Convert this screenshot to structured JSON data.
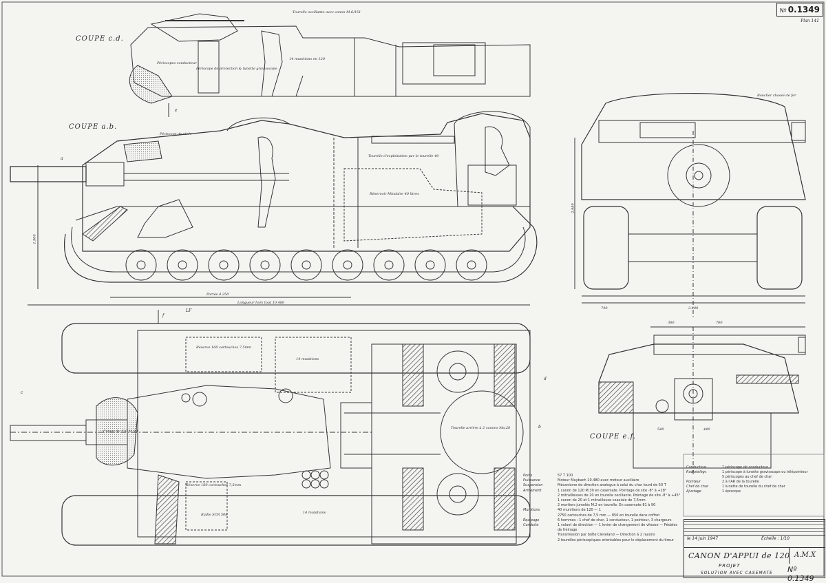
{
  "drawing": {
    "number_prefix": "Nº",
    "number": "0.1349",
    "sheet_note": "Plan 141"
  },
  "sections": {
    "coupe_cd": "COUPE c.d.",
    "coupe_ab": "COUPE a.b.",
    "coupe_ef": "COUPE e.f."
  },
  "annotations": {
    "tourelle_auto": "Tourelle oscillante avec canon M.6/151",
    "tete_conducteur": "Périscopes conducteur",
    "periscope_pointage": "Périscope de protection & lunette gravisscope",
    "munitions_top": "14 munitions en 120",
    "periscope_viseur": "Périscope de visée",
    "tourelle_auxiliaire": "Tourelle d'exploitation par le tourelle 40",
    "reservoir": "Réservoir Mindaire 40 litres",
    "bouclier": "Bouclier chassé de fer",
    "portee": "Portée 4.250",
    "longueur": "Longueur hors tout 10.480",
    "hauteur": "1.900",
    "largeur_h": "2.980",
    "dim_740": "740",
    "dim_3400": "3.400",
    "dim_360": "360",
    "dim_760": "760",
    "dim_540": "540",
    "dim_440": "440",
    "munitions_plan": "14 munitions",
    "canon_plan": "Canon de 120 M.30",
    "reservoir_plan": "Réserve 160 cartouches 7,5mm",
    "reservoir_plan2": "Réserve 160 cartouches 7,5mm",
    "munitions_plan2": "14 munitions",
    "radio": "Radio SCR 508",
    "tourelle_plan": "Tourelle arrière à 2 canons Ma.20",
    "marker_a": "a",
    "marker_b": "b",
    "marker_c": "c",
    "marker_d": "d",
    "marker_e": "e",
    "marker_f": "f",
    "marker_lf": "LF"
  },
  "specs": [
    {
      "k": "Poids",
      "v": "57 T 100"
    },
    {
      "k": "Puissance",
      "v": "Moteur Maybach 10.480 avec moteur auxiliaire"
    },
    {
      "k": "Suspension",
      "v": "Mécanisme de direction analogue à celui du char lourd de 50 T"
    },
    {
      "k": "Armement",
      "v": "1 canon de 120 M.30 en casemate. Pointage de site -8° à +18°"
    },
    {
      "k": "",
      "v": "2 mitrailleuses de 20 en tourelle oscillante. Pointage de site -8° à +45°"
    },
    {
      "k": "",
      "v": "1 canon de 20 et 1 mitrailleuse coaxiale de 7,5mm"
    },
    {
      "k": "",
      "v": "2 mortiers jumelés M.2 en tourelle. En casemate 81 à 90"
    },
    {
      "k": "Munitions",
      "v": "40 munitions de 120 — 1"
    },
    {
      "k": "",
      "v": "2750 cartouches de 7,5 mm — 850 en tourelle dans coffret"
    },
    {
      "k": "Équipage",
      "v": "6 hommes : 1 chef de char, 1 conducteur, 1 pointeur, 3 chargeurs"
    },
    {
      "k": "Conduite",
      "v": "1 volant de direction — 1 levier de changement de vitesse — Pédales de freinage"
    },
    {
      "k": "",
      "v": "Transmission par boîte Cleveland — Direction à 2 rayons"
    },
    {
      "k": "",
      "v": "2 tourelles périscopiques orientables pour le déplacement du tireur"
    }
  ],
  "crew": [
    {
      "k": "Conducteur",
      "v": "1 périscope de conducteur"
    },
    {
      "k": "Radiotélégr.",
      "v": "1 périscope à lunette gravisscope ou télépointeur"
    },
    {
      "k": "",
      "v": "5 périscopes au chef de char"
    },
    {
      "k": "Pointeur",
      "v": "2 à l'AR de la tourelle"
    },
    {
      "k": "Chef de char",
      "v": "1 lunette de tourelle du chef de char"
    },
    {
      "k": "Ajustage",
      "v": "1 épiscope"
    }
  ],
  "title_block": {
    "date": "le 14 Juin 1947",
    "scale": "Échelle : 1/10",
    "name": "CANON D'APPUI de 120",
    "company": "A.M.X",
    "status": "PROJET",
    "solution": "SOLUTION AVEC CASEMATE",
    "number_repeat": "Nº 0.1349"
  }
}
